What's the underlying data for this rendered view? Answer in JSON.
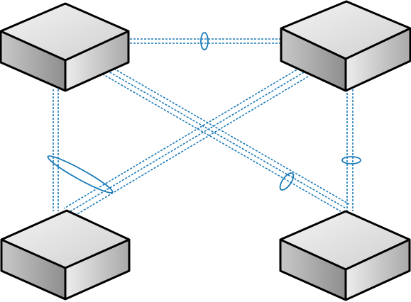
{
  "colors": {
    "link": "#1a7ab8",
    "bundle": "#1a7ab8",
    "box_top_light": "#f4f4f4",
    "box_top_dark": "#cfcfcf",
    "box_left_light": "#c8c8c8",
    "box_left_dark": "#8e8e8e",
    "box_right_light": "#ededed",
    "box_right_dark": "#a9a9a9",
    "outline": "#000000"
  },
  "nodes": [
    {
      "id": "switch-top-left",
      "icon": "network-switch-icon"
    },
    {
      "id": "switch-top-right",
      "icon": "network-switch-icon"
    },
    {
      "id": "switch-bottom-left",
      "icon": "network-switch-icon"
    },
    {
      "id": "switch-bottom-right",
      "icon": "network-switch-icon"
    }
  ],
  "links": [
    {
      "from": "switch-top-left",
      "to": "switch-top-right",
      "bundled": true
    },
    {
      "from": "switch-top-right",
      "to": "switch-bottom-right",
      "bundled": true
    },
    {
      "from": "switch-top-left",
      "to": "switch-bottom-left",
      "bundled": false
    },
    {
      "from": "switch-top-left",
      "to": "switch-bottom-right",
      "bundled": true
    },
    {
      "from": "switch-top-right",
      "to": "switch-bottom-left",
      "bundled": true
    }
  ]
}
